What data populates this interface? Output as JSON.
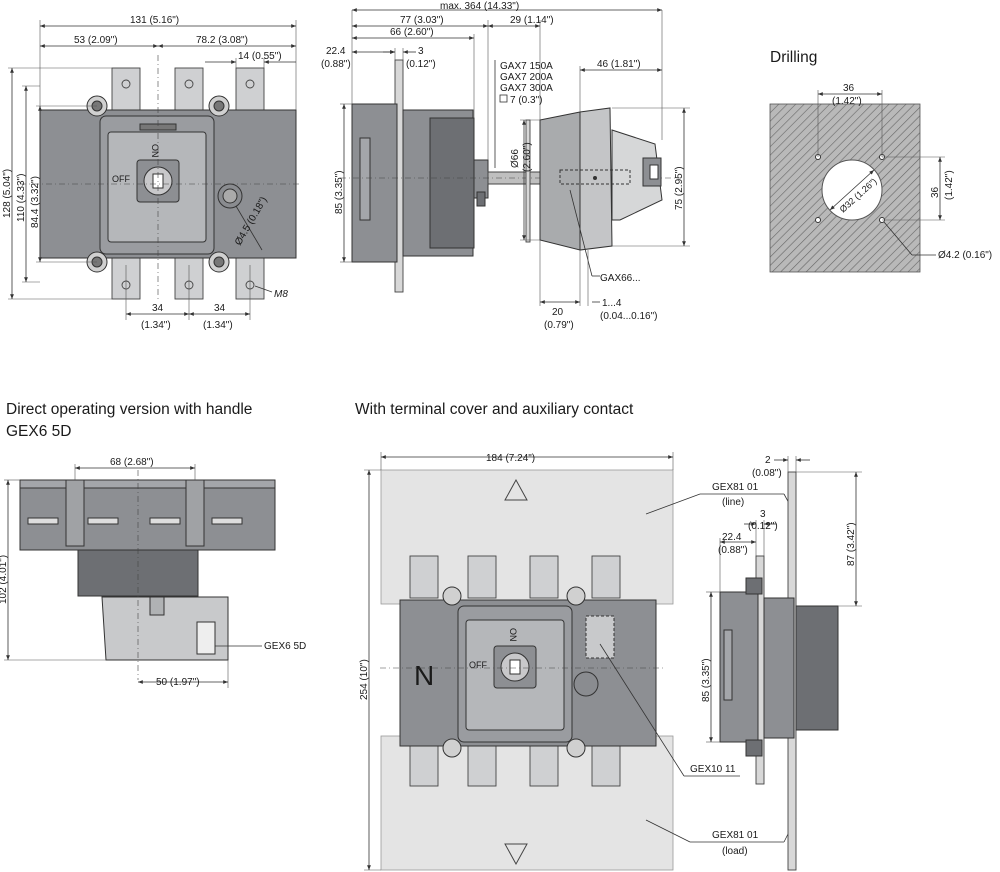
{
  "sections": {
    "drilling": "Drilling",
    "direct_line1": "Direct operating version with handle",
    "direct_line2": "GEX6 5D",
    "cover": "With terminal cover and auxiliary contact"
  },
  "front": {
    "width": "131 (5.16\")",
    "left": "53 (2.09\")",
    "right": "78.2 (3.08\")",
    "term_w": "14 (0.55\")",
    "h1": "128 (5.04\")",
    "h2": "110 (4.33\")",
    "h3": "84.4 (3.32\")",
    "hole": "Ø4.5 (0.18\")",
    "pitch1": "34",
    "pitch1_in": "(1.34\")",
    "pitch2": "34",
    "pitch2_in": "(1.34\")",
    "bolt": "M8",
    "on": "ON",
    "off": "OFF"
  },
  "side": {
    "max": "max. 364 (14.33\")",
    "d77": "77 (3.03\")",
    "d29": "29 (1.14\")",
    "d66": "66 (2.60\")",
    "d22": "22.4",
    "d22_in": "(0.88\")",
    "d3": "3",
    "d3_in": "(0.12\")",
    "gax1": "GAX7 150A",
    "gax2": "GAX7 200A",
    "gax3": "GAX7 300A",
    "sq": "7 (0.3\")",
    "d46": "46 (1.81\")",
    "h85": "85 (3.35\")",
    "dia66": "Ø66",
    "dia66_in": "(2.60\")",
    "h75": "75 (2.95\")",
    "gax66": "GAX66...",
    "d20": "20",
    "d20_in": "(0.79\")",
    "d14": "1...4",
    "d14_in": "(0.04...0.16\")"
  },
  "drill": {
    "w": "36",
    "w_in": "(1.42\")",
    "h": "36",
    "h_in": "(1.42\")",
    "dia": "Ø32 (1.26\")",
    "hole": "Ø4.2 (0.16\")"
  },
  "direct": {
    "w68": "68 (2.68\")",
    "h102": "102 (4.01\")",
    "gex": "GEX6 5D",
    "d50": "50 (1.97\")"
  },
  "covered": {
    "w184": "184 (7.24\")",
    "h254": "254 (10\")",
    "neutral": "N",
    "on": "ON",
    "off": "OFF",
    "gex81_line": "GEX81 01",
    "line": "(line)",
    "gex81_load": "GEX81 01",
    "load": "(load)",
    "gex10": "GEX10 11",
    "d2": "2",
    "d2_in": "(0.08\")",
    "d3": "3",
    "d3_in": "(0.12\")",
    "d22": "22.4",
    "d22_in": "(0.88\")",
    "h87": "87 (3.42\")",
    "h85": "85 (3.35\")"
  }
}
